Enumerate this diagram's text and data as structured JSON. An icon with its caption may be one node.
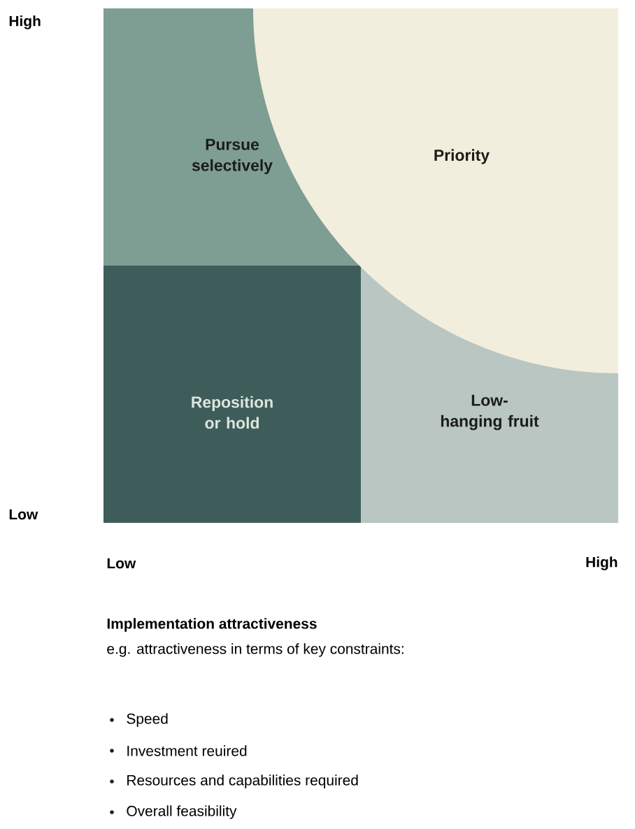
{
  "diagram": {
    "nodes": [
      {
        "text": [
          "Pursue selectively"
        ]
      },
      {
        "text": [
          "Priority"
        ]
      },
      {
        "text": [
          "Reposition or hold"
        ]
      },
      {
        "text": [
          "Low-hanging fruit"
        ]
      }
    ],
    "labels": [
      "High",
      "Low",
      "Low",
      "High",
      "Implementation attractiveness",
      "e.g. attractiveness in terms of key constraints:",
      "Speed",
      "Investment reuired",
      "Resources and capabilities required",
      "Overall feasibility"
    ]
  }
}
